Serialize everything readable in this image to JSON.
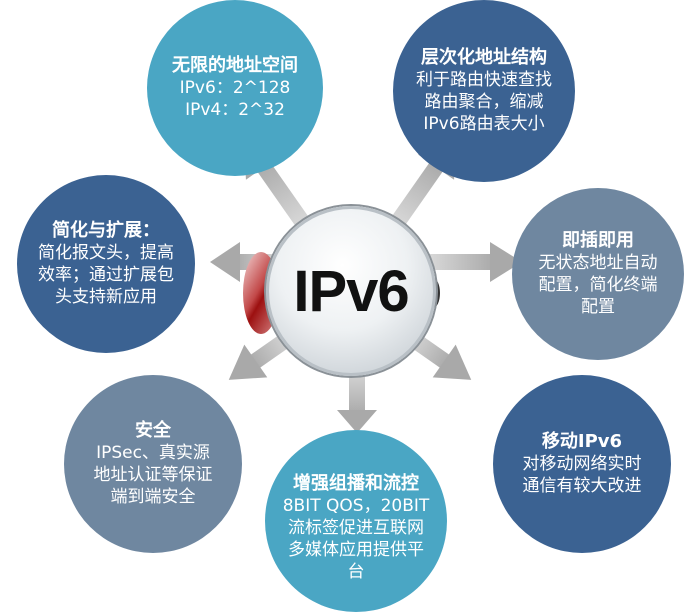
{
  "center": {
    "label": "IPv6"
  },
  "colors": {
    "light_blue": "#4aa6c4",
    "dark_blue": "#3b6292",
    "slate": "#6f87a0",
    "arrow": "#b5b5b5"
  },
  "bubbles": [
    {
      "id": "unlimited-address-space",
      "title": "无限的地址空间",
      "lines": [
        "IPv6：2^128",
        "IPv4：2^32"
      ]
    },
    {
      "id": "hierarchical-address",
      "title": "层次化地址结构",
      "lines": [
        "利于路由快速查找",
        "路由聚合，缩减",
        "IPv6路由表大小"
      ]
    },
    {
      "id": "simplify-extend",
      "title": "简化与扩展：",
      "lines": [
        "简化报文头，提高",
        "效率；通过扩展包",
        "头支持新应用"
      ]
    },
    {
      "id": "plug-and-play",
      "title": "即插即用",
      "lines": [
        "无状态地址自动",
        "配置，简化终端",
        "配置"
      ]
    },
    {
      "id": "security",
      "title": "安全",
      "lines": [
        "IPSec、真实源",
        "地址认证等保证",
        "端到端安全"
      ]
    },
    {
      "id": "mobile-ipv6",
      "title": "移动IPv6",
      "lines": [
        "对移动网络实时",
        "通信有较大改进"
      ]
    },
    {
      "id": "multicast-flow",
      "title": "增强组播和流控",
      "lines": [
        "8BIT QOS，20BIT",
        "流标签促进互联网",
        "多媒体应用提供平",
        "台"
      ]
    }
  ]
}
